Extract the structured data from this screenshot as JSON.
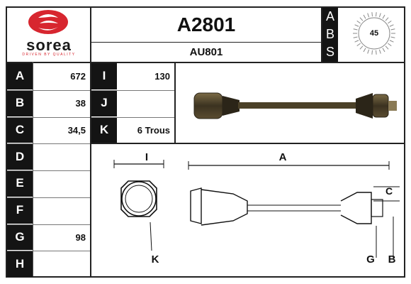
{
  "brand": {
    "name": "sorea",
    "tagline": "DRIVEN BY QUALITY",
    "color": "#d7262f"
  },
  "header": {
    "part_number": "A2801",
    "ref_code": "AU801",
    "abs_letters": [
      "A",
      "B",
      "S"
    ],
    "abs_teeth": "45"
  },
  "rows_left": [
    {
      "label": "A",
      "value": "672"
    },
    {
      "label": "B",
      "value": "38"
    },
    {
      "label": "C",
      "value": "34,5"
    },
    {
      "label": "D",
      "value": ""
    },
    {
      "label": "E",
      "value": ""
    },
    {
      "label": "F",
      "value": ""
    },
    {
      "label": "G",
      "value": "98"
    },
    {
      "label": "H",
      "value": ""
    }
  ],
  "rows_mid": [
    {
      "label": "I",
      "value": "130"
    },
    {
      "label": "J",
      "value": ""
    },
    {
      "label": "K",
      "value": "6 Trous"
    }
  ],
  "diagram": {
    "dim_I": "I",
    "dim_K": "K",
    "dim_A": "A",
    "dim_C": "C",
    "dim_G": "G",
    "dim_B": "B"
  }
}
